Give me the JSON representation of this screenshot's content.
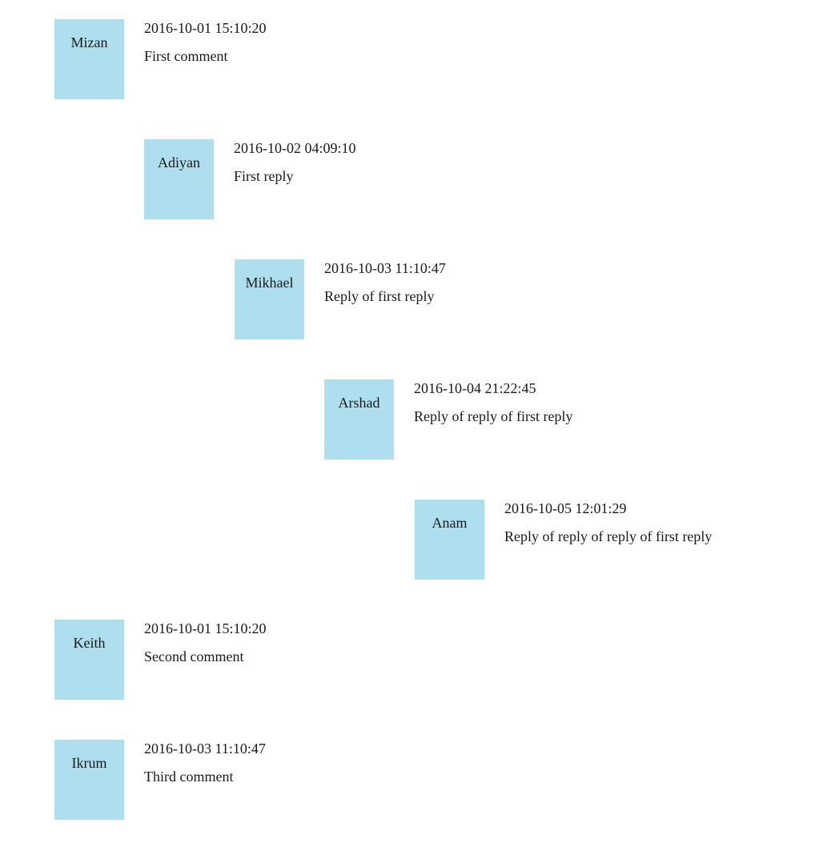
{
  "comments": [
    {
      "author": "Mizan",
      "timestamp": "2016-10-01 15:10:20",
      "text": "First comment"
    },
    {
      "author": "Adiyan",
      "timestamp": "2016-10-02 04:09:10",
      "text": "First reply"
    },
    {
      "author": "Mikhael",
      "timestamp": "2016-10-03 11:10:47",
      "text": "Reply of first reply"
    },
    {
      "author": "Arshad",
      "timestamp": "2016-10-04 21:22:45",
      "text": "Reply of reply of first reply"
    },
    {
      "author": "Anam",
      "timestamp": "2016-10-05 12:01:29",
      "text": "Reply of reply of reply of first reply"
    },
    {
      "author": "Keith",
      "timestamp": "2016-10-01 15:10:20",
      "text": "Second comment"
    },
    {
      "author": "Ikrum",
      "timestamp": "2016-10-03 11:10:47",
      "text": "Third comment"
    }
  ],
  "colors": {
    "avatar_background": "#aedfee",
    "text": "#1a1a1a"
  }
}
